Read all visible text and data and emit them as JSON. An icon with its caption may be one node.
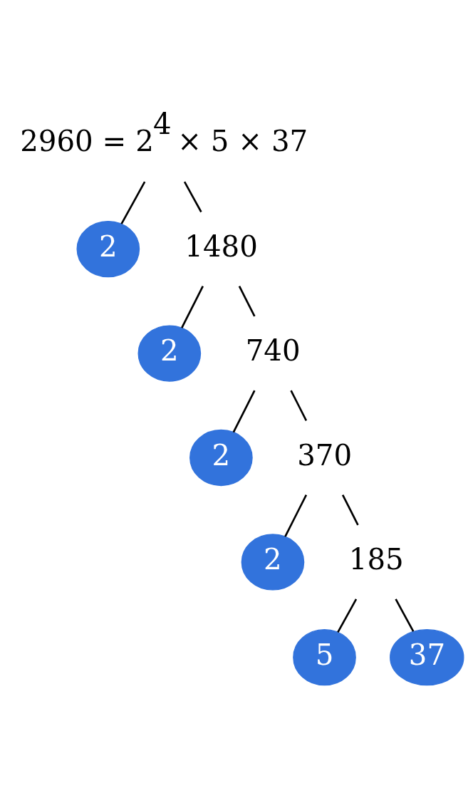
{
  "diagram": {
    "nodes": [
      {
        "text": [
          "2960 = 2$^{4}$ × 5 × 37"
        ]
      },
      {
        "text": [
          "2"
        ]
      },
      {
        "text": [
          "1480"
        ]
      },
      {
        "text": [
          "2"
        ]
      },
      {
        "text": [
          "740"
        ]
      },
      {
        "text": [
          "2"
        ]
      },
      {
        "text": [
          "370"
        ]
      },
      {
        "text": [
          "2"
        ]
      },
      {
        "text": [
          "185"
        ]
      },
      {
        "text": [
          "5"
        ]
      },
      {
        "text": [
          "37"
        ]
      }
    ],
    "edges": [
      {
        "from": 0,
        "to": 1,
        "arrow": "none"
      },
      {
        "from": 0,
        "to": 2,
        "arrow": "none"
      },
      {
        "from": 2,
        "to": 3,
        "arrow": "none"
      },
      {
        "from": 2,
        "to": 4,
        "arrow": "none"
      },
      {
        "from": 4,
        "to": 5,
        "arrow": "none"
      },
      {
        "from": 4,
        "to": 6,
        "arrow": "none"
      },
      {
        "from": 6,
        "to": 7,
        "arrow": "none"
      },
      {
        "from": 6,
        "to": 8,
        "arrow": "none"
      },
      {
        "from": 8,
        "to": 9,
        "arrow": "none"
      },
      {
        "from": 8,
        "to": 10,
        "arrow": "none"
      }
    ]
  }
}
